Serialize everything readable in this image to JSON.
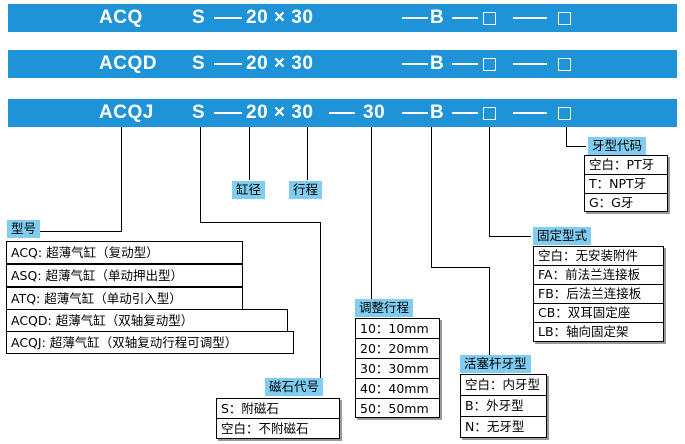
{
  "bars": [
    {
      "model": "ACQ",
      "s": "S",
      "dim": "20 × 30",
      "stroke_adj": "",
      "b": "B"
    },
    {
      "model": "ACQD",
      "s": "S",
      "dim": "20 × 30",
      "stroke_adj": "",
      "b": "B"
    },
    {
      "model": "ACQJ",
      "s": "S",
      "dim": "20 × 30",
      "stroke_adj": "30",
      "b": "B"
    }
  ],
  "labels": {
    "bore": "缸径",
    "stroke": "行程"
  },
  "model_type": {
    "title": "型号",
    "items": [
      "ACQ: 超薄气缸（复动型）",
      "ASQ: 超薄气缸（单动押出型）",
      "ATQ: 超薄气缸（单动引入型）",
      "ACQD: 超薄气缸（双轴复动型）",
      "ACQJ: 超薄气缸（双轴复动行程可调型）"
    ]
  },
  "magnet": {
    "title": "磁石代号",
    "items": [
      "S：附磁石",
      "空白：不附磁石"
    ]
  },
  "adjust_stroke": {
    "title": "调整行程",
    "items": [
      "10：10mm",
      "20：20mm",
      "30：30mm",
      "40：40mm",
      "50：50mm"
    ]
  },
  "piston_rod": {
    "title": "活塞杆牙型",
    "items": [
      "空白：内牙型",
      "B：外牙型",
      "N：无牙型"
    ]
  },
  "mount": {
    "title": "固定型式",
    "items": [
      "空白：无安装附件",
      "FA：前法兰连接板",
      "FB：后法兰连接板",
      "CB：双耳固定座",
      "LB：轴向固定架"
    ]
  },
  "thread": {
    "title": "牙型代码",
    "items": [
      "空白：PT牙",
      "T：NPT牙",
      "G：G牙"
    ]
  },
  "colors": {
    "bar": "#1e93d8",
    "header": "#7fcdf0"
  }
}
